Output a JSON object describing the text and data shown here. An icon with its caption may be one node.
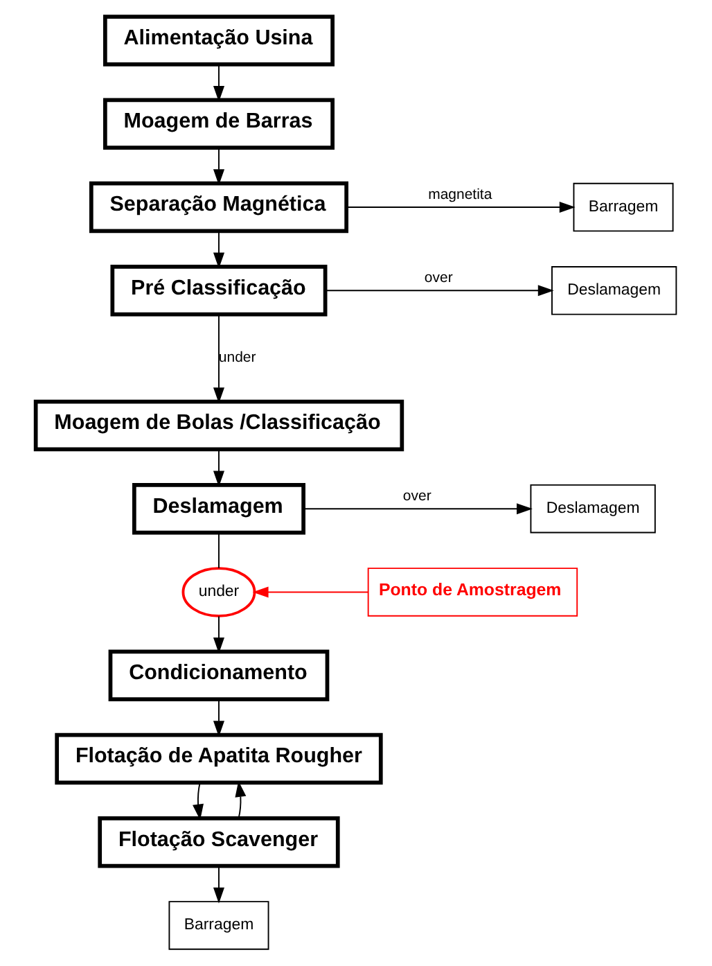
{
  "diagram": {
    "nodes": [
      {
        "text": [
          "Alimentação Usina"
        ]
      },
      {
        "text": [
          "Moagem de Barras"
        ]
      },
      {
        "text": [
          "Separação Magnética"
        ]
      },
      {
        "text": [
          "Barragem"
        ]
      },
      {
        "text": [
          "Pré Classificação"
        ]
      },
      {
        "text": [
          "Deslamagem"
        ]
      },
      {
        "text": [
          "Moagem de Bolas /Classificação"
        ]
      },
      {
        "text": [
          "Deslamagem"
        ]
      },
      {
        "text": [
          "Deslamagem"
        ]
      },
      {
        "text": [
          "under"
        ]
      },
      {
        "text": [
          "Condicionamento"
        ]
      },
      {
        "text": [
          "Flotação de Apatita Rougher"
        ]
      },
      {
        "text": [
          "Flotação Scavenger"
        ]
      },
      {
        "text": [
          "Barragem"
        ]
      },
      {
        "text": [
          "Ponto de Amostragem"
        ]
      }
    ],
    "edges": [
      {
        "from": 0,
        "to": 1,
        "arrow": "to"
      },
      {
        "from": 1,
        "to": 2,
        "arrow": "to"
      },
      {
        "from": 2,
        "to": 3,
        "arrow": "to",
        "label": "magnetita"
      },
      {
        "from": 2,
        "to": 4,
        "arrow": "to"
      },
      {
        "from": 4,
        "to": 5,
        "arrow": "to",
        "label": "over"
      },
      {
        "from": 4,
        "to": 6,
        "arrow": "to",
        "label": "under"
      },
      {
        "from": 6,
        "to": 7,
        "arrow": "to"
      },
      {
        "from": 7,
        "to": 8,
        "arrow": "to",
        "label": "over"
      },
      {
        "from": 7,
        "to": 9,
        "arrow": "none"
      },
      {
        "from": 9,
        "to": 10,
        "arrow": "to"
      },
      {
        "from": 10,
        "to": 11,
        "arrow": "to"
      },
      {
        "from": 11,
        "to": 12,
        "arrow": "to"
      },
      {
        "from": 12,
        "to": 11,
        "arrow": "to"
      },
      {
        "from": 12,
        "to": 13,
        "arrow": "to"
      },
      {
        "from": 14,
        "to": 9,
        "arrow": "to",
        "color": "#ff0000"
      }
    ]
  }
}
